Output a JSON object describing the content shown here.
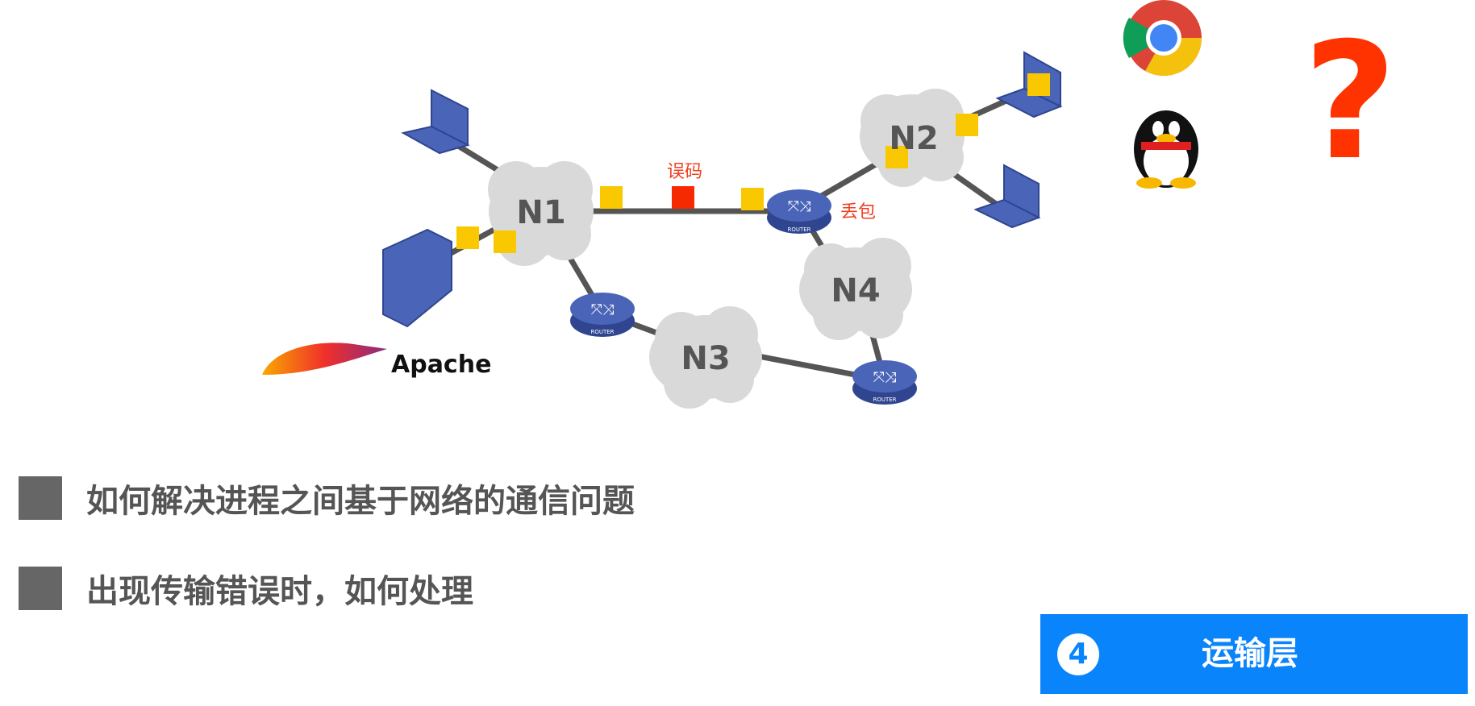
{
  "diagram": {
    "networks": [
      "N1",
      "N2",
      "N3",
      "N4"
    ],
    "router_label": "ROUTER",
    "error_label": "误码",
    "loss_label": "丢包",
    "server_software": "Apache",
    "question_mark": "?",
    "icons": [
      "laptop-icon",
      "server-icon",
      "router-icon",
      "apache-feather-icon",
      "chrome-icon",
      "qq-penguin-icon"
    ],
    "colors": {
      "packet": "#f9c800",
      "error_packet": "#f52a00",
      "label_red": "#f04020",
      "question": "#ff3300",
      "router": "#3c56a8",
      "cloud": "#d9d9d9"
    }
  },
  "bullets": [
    "如何解决进程之间基于网络的通信问题",
    "出现传输错误时，如何处理"
  ],
  "badge": {
    "number": "4",
    "title": "运输层",
    "color": "#0a84fb"
  }
}
